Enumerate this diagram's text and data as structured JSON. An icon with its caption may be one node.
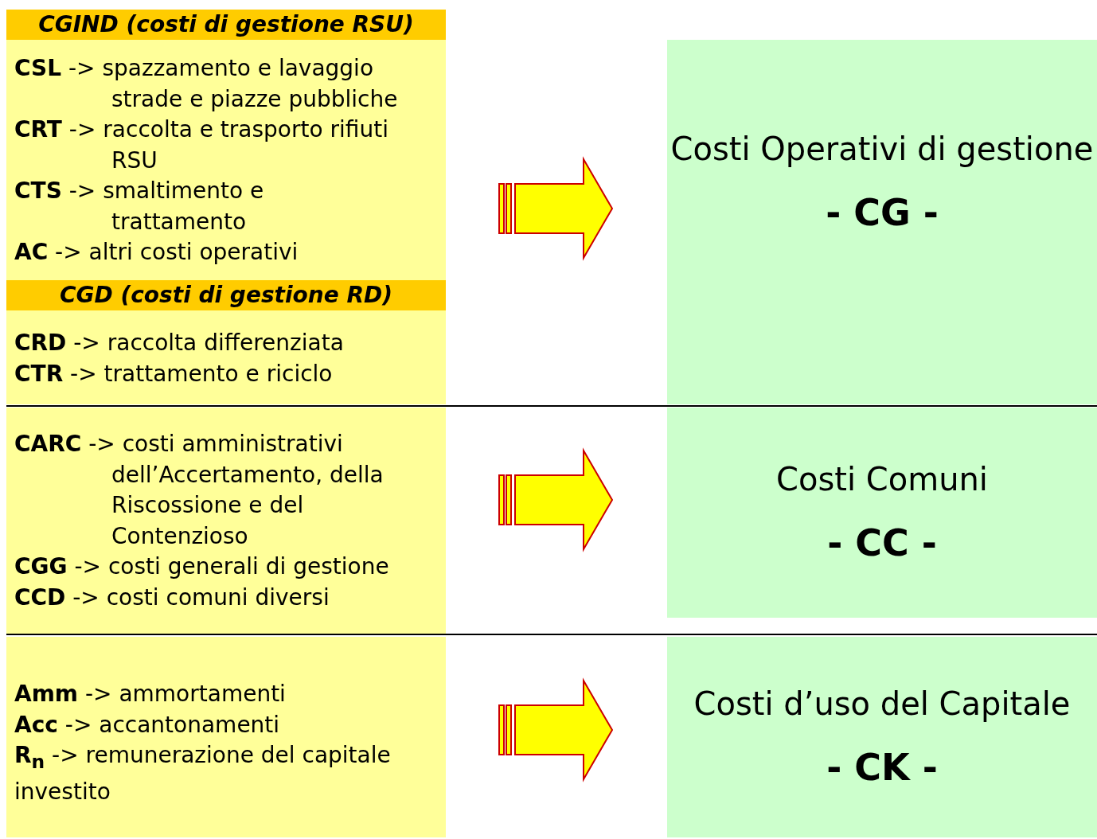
{
  "diagram": {
    "nodes": [
      {
        "text": [],
        "shape": "box"
      },
      {
        "text": [
          "CGIND (costi di gestione RSU)",
          "**CSL** -> spazzamento e lavaggio strade e piazze pubbliche",
          "**CRT** -> raccolta e trasporto rifiuti RSU",
          "**CTS** -> smaltimento e trattamento",
          "**AC** -> altri costi operativi"
        ],
        "in": 0
      },
      {
        "text": [
          "CGD (costi di gestione RD)",
          "**CRD** -> raccolta differenziata",
          "**CTR** -> trattamento e riciclo"
        ],
        "in": 0
      },
      {
        "text": [
          "Costi Operativi di gestione",
          "- CG -"
        ]
      },
      {
        "text": [
          "**CARC** -> costi amministrativi dell’Accertamento, della Riscossione e del Contenzioso",
          "**CGG** -> costi generali di gestione",
          "**CCD** -> costi comuni diversi"
        ]
      },
      {
        "text": [
          "Costi Comuni",
          "- CC -"
        ]
      },
      {
        "text": [
          "**Amm** -> ammortamenti",
          "**Acc** -> accantonamenti",
          "**R$_{n}$** -> remunerazione del capitale investito"
        ]
      },
      {
        "text": [
          "Costi d’uso del Capitale",
          "- CK -"
        ]
      }
    ],
    "edges": [
      {
        "from": 0,
        "to": 3,
        "arrow": "to",
        "style": "thick"
      },
      {
        "from": 4,
        "to": 5,
        "arrow": "to",
        "style": "thick"
      },
      {
        "from": 6,
        "to": 7,
        "arrow": "to",
        "style": "thick"
      }
    ]
  }
}
